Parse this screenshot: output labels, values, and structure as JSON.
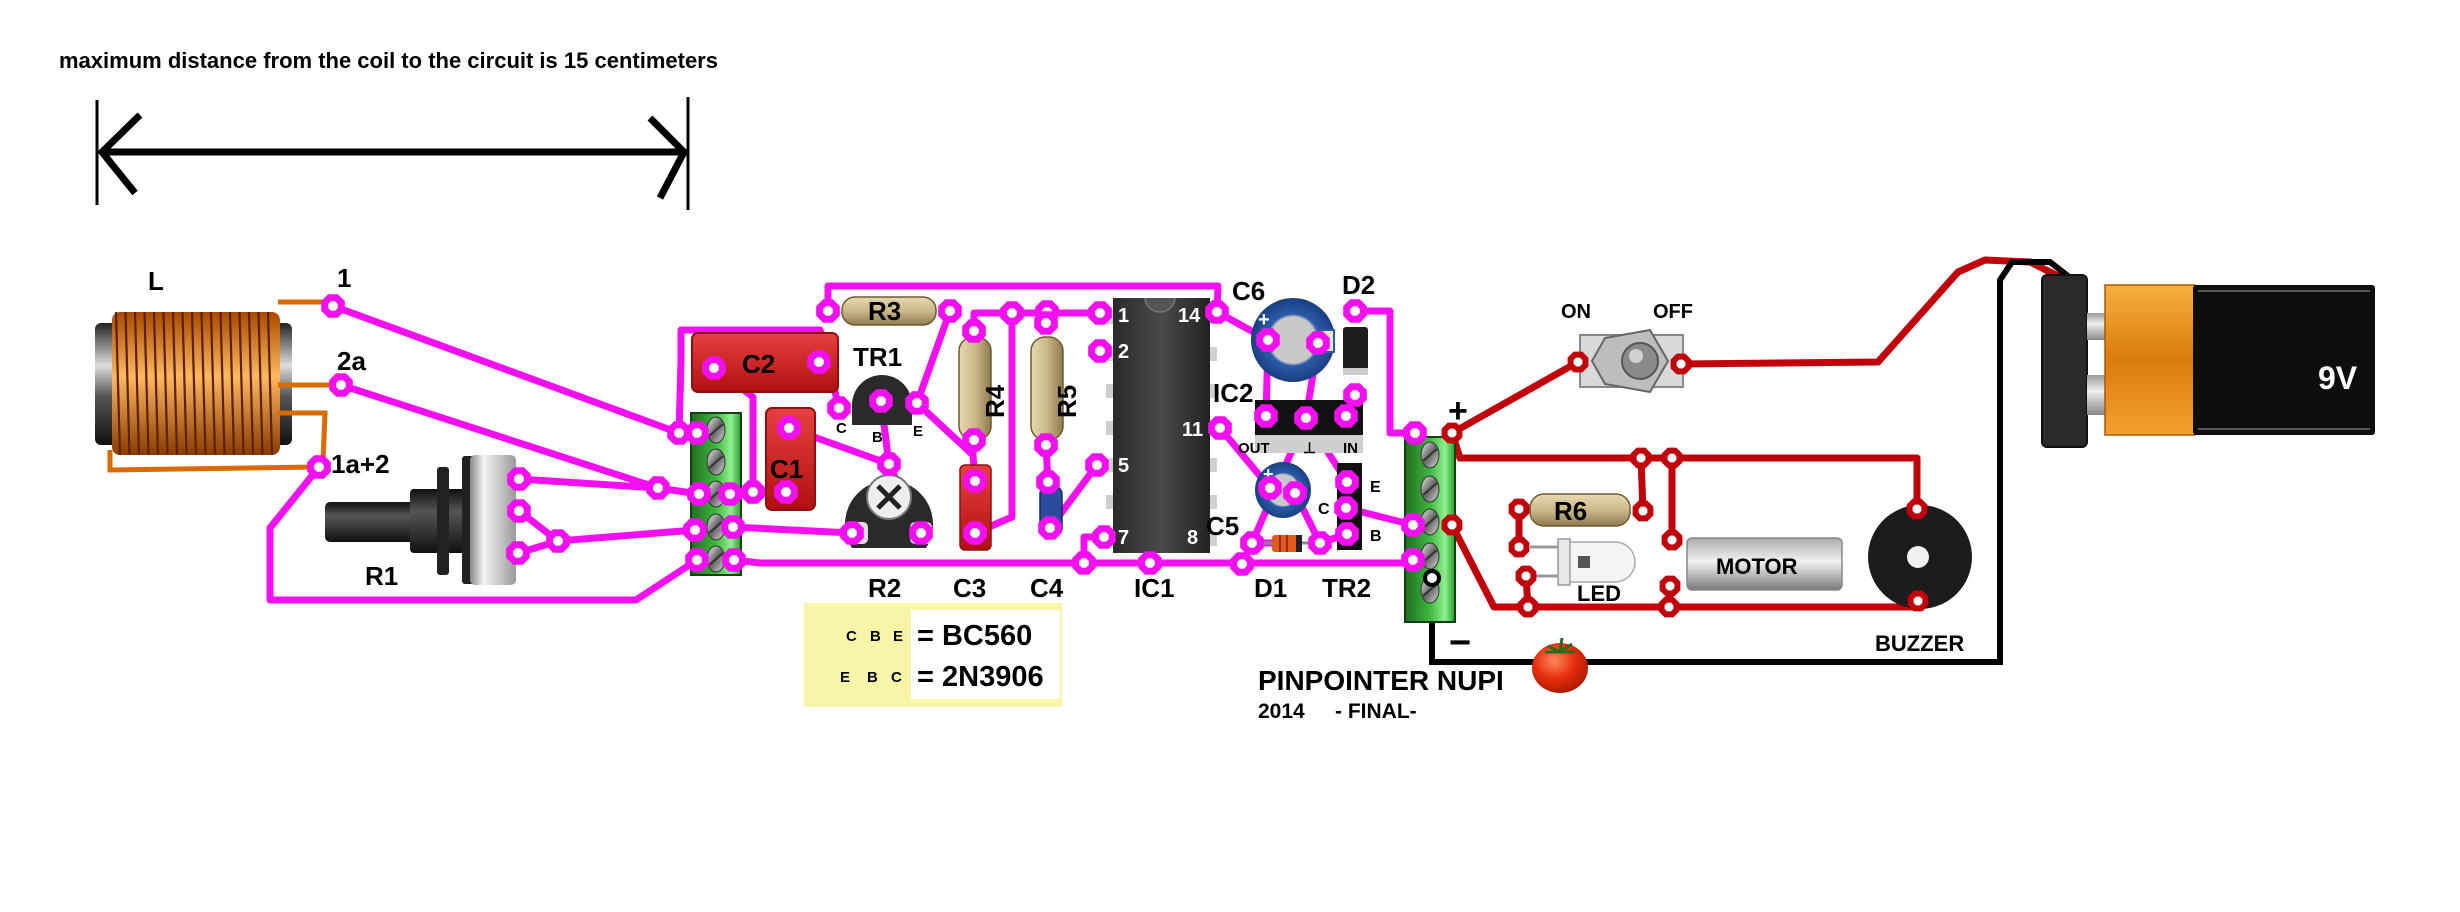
{
  "header": {
    "note": "maximum distance from the coil to the circuit is 15 centimeters"
  },
  "coil": {
    "label": "L",
    "taps": [
      "1",
      "2a",
      "1a+2"
    ]
  },
  "components": {
    "R1": "R1",
    "R2": "R2",
    "R3": "R3",
    "R4": "R4",
    "R5": "R5",
    "R6": "R6",
    "C1": "C1",
    "C2": "C2",
    "C3": "C3",
    "C4": "C4",
    "C5": "C5",
    "C6": "C6",
    "TR1": "TR1",
    "TR2": "TR2",
    "IC1": "IC1",
    "IC2": "IC2",
    "D1": "D1",
    "D2": "D2",
    "LED": "LED",
    "MOTOR": "MOTOR",
    "BUZZER": "BUZZER"
  },
  "tr1_pins": [
    "C",
    "B",
    "E"
  ],
  "tr2_pins": [
    "E",
    "C",
    "B"
  ],
  "ic1_pins": [
    "1",
    "2",
    "5",
    "7",
    "14",
    "11",
    "8"
  ],
  "ic2_pins": [
    "OUT",
    "⊥",
    "IN"
  ],
  "cap_polarity": "+",
  "power": {
    "plus": "+",
    "minus": "−",
    "switch_on": "ON",
    "switch_off": "OFF",
    "battery": "9V"
  },
  "transistor_legend": {
    "rows": [
      {
        "pins": [
          "C",
          "B",
          "E"
        ],
        "part": "= BC560"
      },
      {
        "pins": [
          "E",
          "B",
          "C"
        ],
        "part": "= 2N3906"
      }
    ]
  },
  "title": {
    "name": "PINPOINTER NUPI",
    "year": "2014",
    "status": "- FINAL-"
  },
  "colors": {
    "trace_signal": "#f20ff0",
    "trace_power": "#c0000a",
    "legend_bg": "#f8f5a8",
    "terminal_green": "#2e9a2e",
    "capacitor_red": "#d42020",
    "battery_orange": "#f0a030"
  }
}
